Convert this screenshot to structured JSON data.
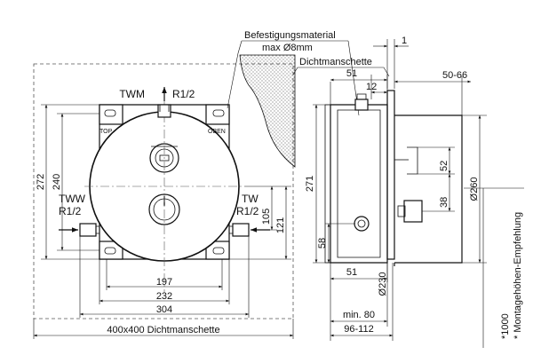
{
  "callouts": {
    "fixing_material": "Befestigungsmaterial",
    "fixing_size": "max Ø8mm",
    "seal_sleeve_top": "Dichtmanschette",
    "seal_sleeve_bottom": "400x400  Dichtmanschette"
  },
  "ports": {
    "top_label": "TWM",
    "top_thread": "R1/2",
    "left_label": "TWW",
    "left_thread": "R1/2",
    "right_label": "TW",
    "right_thread": "R1/2"
  },
  "body_marks": {
    "top_left": "TOP",
    "top_right": "OBEN"
  },
  "front_dims": {
    "height_outer": "272",
    "height_inner": "240",
    "width_197": "197",
    "width_232": "232",
    "width_304": "304",
    "right_105": "105",
    "right_121": "121"
  },
  "side_dims": {
    "top_1": "1",
    "depth_51_top": "51",
    "depth_12": "12",
    "range_50_66": "50-66",
    "height_271": "271",
    "dia_260": "Ø260",
    "v_52": "52",
    "v_38": "38",
    "v_58": "58",
    "depth_51_bottom": "51",
    "dia_230": "Ø230",
    "min_80": "min. 80",
    "range_96_112": "96-112"
  },
  "notes": {
    "footnote_value": "*1000",
    "footnote_text": "* Montagehöhen-Empfehlung"
  }
}
